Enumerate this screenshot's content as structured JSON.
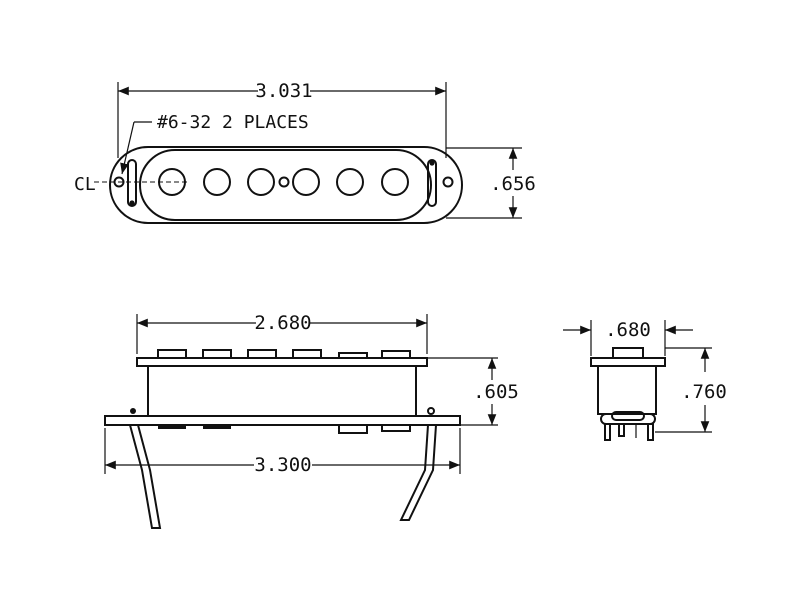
{
  "top_view": {
    "length_dim": "3.031",
    "height_dim": ".656",
    "screw_note": "#6-32 2 PLACES",
    "centerline_symbol": "CL"
  },
  "front_view": {
    "width_dim": "2.680",
    "base_width_dim": "3.300",
    "height_dim": ".605"
  },
  "side_view": {
    "width_dim": ".680",
    "height_dim": ".760"
  }
}
